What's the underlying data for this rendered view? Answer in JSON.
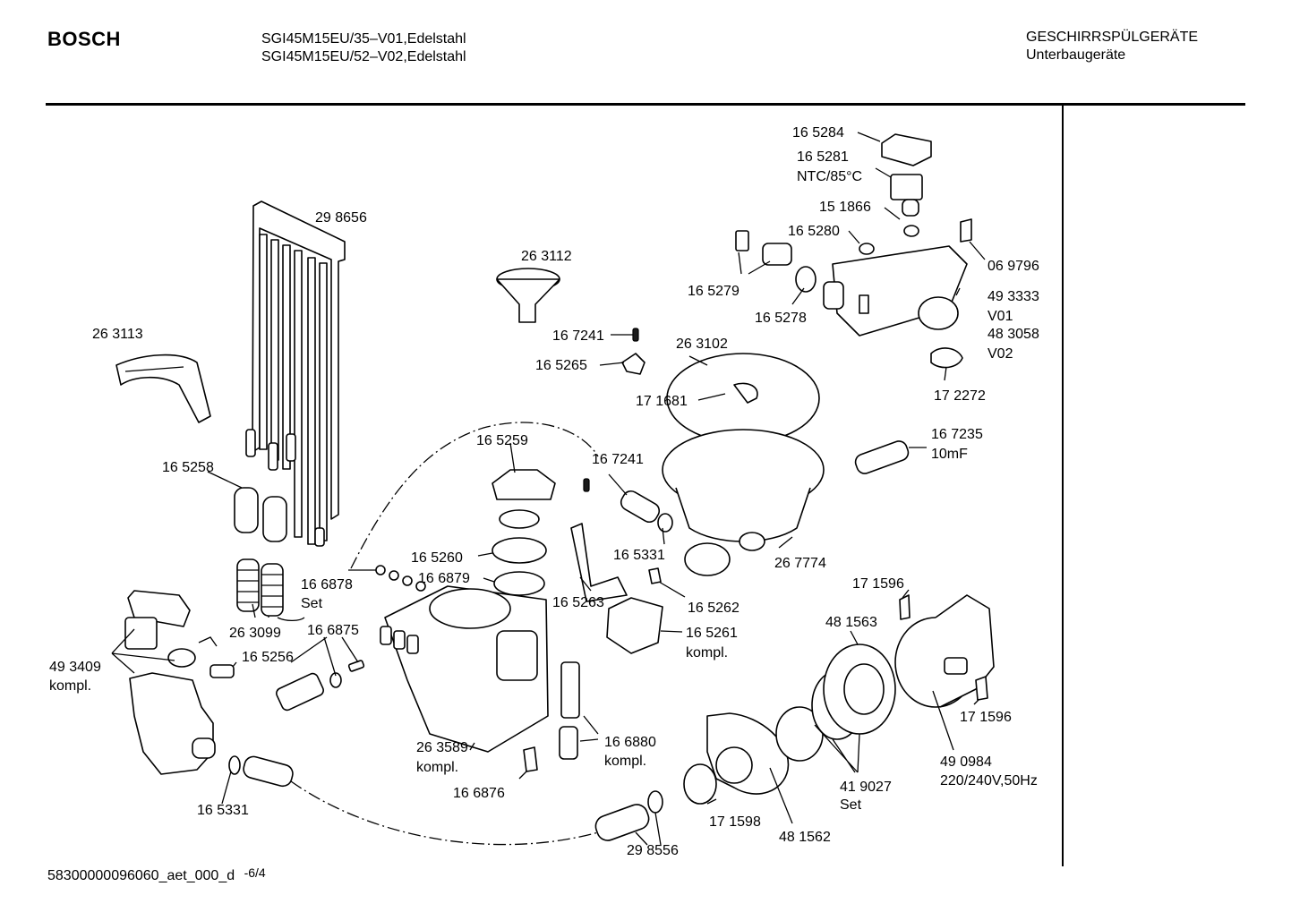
{
  "header": {
    "brand": "BOSCH",
    "model_line_1": "SGI45M15EU/35–V01,Edelstahl",
    "model_line_2": "SGI45M15EU/52–V02,Edelstahl",
    "category_line_1": "GESCHIRRSPÜLGERÄTE",
    "category_line_2": "Unterbaugeräte"
  },
  "footer": {
    "doc_id": "58300000096060_aet_000_d",
    "page": "-6/4"
  },
  "parts": {
    "p165284": "16 5284",
    "p165281": "16 5281",
    "ntc": "NTC/85°C",
    "p151866": "15 1866",
    "p165280": "16 5280",
    "p069796": "06 9796",
    "p298656": "29 8656",
    "p263112": "26 3112",
    "p165279": "16 5279",
    "p165278": "16 5278",
    "p493333": "49 3333",
    "v01": "V01",
    "p483058": "48 3058",
    "v02": "V02",
    "p263113": "26 3113",
    "p167241a": "16 7241",
    "p263102": "26 3102",
    "p165265": "16 5265",
    "p172272": "17 2272",
    "p171681": "17 1681",
    "p167235": "16 7235",
    "cap": "10mF",
    "p165259": "16 5259",
    "p167241b": "16 7241",
    "p165258": "16 5258",
    "p165331a": "16 5331",
    "p165260": "16 5260",
    "p267774": "26 7774",
    "p166878": "16 6878",
    "set1": "Set",
    "p166879": "16 6879",
    "p165263": "16 5263",
    "p165262": "16 5262",
    "p171596a": "17 1596",
    "p263099": "26 3099",
    "p481563": "48 1563",
    "p166875": "16 6875",
    "p165261": "16 5261",
    "kompl1": "kompl.",
    "p493409": "49 3409",
    "kompl2": "kompl.",
    "p165256": "16 5256",
    "p171596b": "17 1596",
    "p263589": "26 3589",
    "kompl3": "kompl.",
    "p166880": "16 6880",
    "kompl4": "kompl.",
    "p490984": "49 0984",
    "voltage": "220/240V,50Hz",
    "p419027": "41 9027",
    "set2": "Set",
    "p166876": "16 6876",
    "p165331b": "16 5331",
    "p171598": "17 1598",
    "p481562": "48 1562",
    "p298556": "29 8556"
  }
}
